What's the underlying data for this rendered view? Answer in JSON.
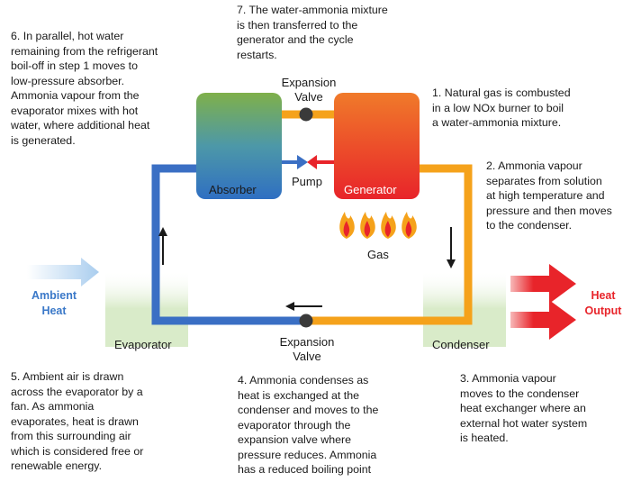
{
  "steps": {
    "step1": "1. Natural gas is combusted\nin a low NOx burner to boil\na water-ammonia mixture.",
    "step2": "2. Ammonia vapour\nseparates from solution\nat high temperature and\npressure and then moves\nto the condenser.",
    "step3": "3. Ammonia vapour\nmoves to the condenser\nheat exchanger where an\nexternal hot water system\nis heated.",
    "step4": "4. Ammonia condenses as\nheat is exchanged at the\ncondenser and moves to the\nevaporator through the\nexpansion valve where\npressure reduces. Ammonia\nhas a reduced boiling point",
    "step5": "5. Ambient air is drawn\nacross the evaporator by a\nfan. As ammonia\nevaporates, heat is drawn\nfrom this surrounding air\nwhich is considered free or\nrenewable energy.",
    "step6": "6. In parallel, hot water\nremaining from the refrigerant\nboil-off in step 1 moves to\nlow-pressure absorber.\nAmmonia vapour from the\nevaporator mixes with hot\nwater, where additional heat\nis generated.",
    "step7": "7. The water-ammonia mixture\nis then transferred to the\ngenerator and the cycle\nrestarts."
  },
  "components": {
    "absorber": "Absorber",
    "generator": "Generator",
    "pump": "Pump",
    "gas": "Gas",
    "evaporator": "Evaporator",
    "condenser": "Condenser",
    "expansion_valve_top": "Expansion\nValve",
    "expansion_valve_bottom": "Expansion\nValve"
  },
  "side_labels": {
    "ambient_heat": "Ambient\nHeat",
    "heat_output": "Heat\nOutput"
  },
  "colors": {
    "hot_loop": "#f5a21b",
    "cold_loop": "#3a6fc4",
    "heat_arrow": "#e8242a",
    "ambient_arrow": "#a9cdee",
    "ambient_text": "#3a78c8",
    "heat_text": "#e8242a",
    "valve": "#3a3a3a",
    "coil": "#d9ebc9"
  },
  "icons": {
    "flame": "flame-icon",
    "valve": "valve-icon",
    "flow_arrow": "flow-arrow-icon"
  }
}
